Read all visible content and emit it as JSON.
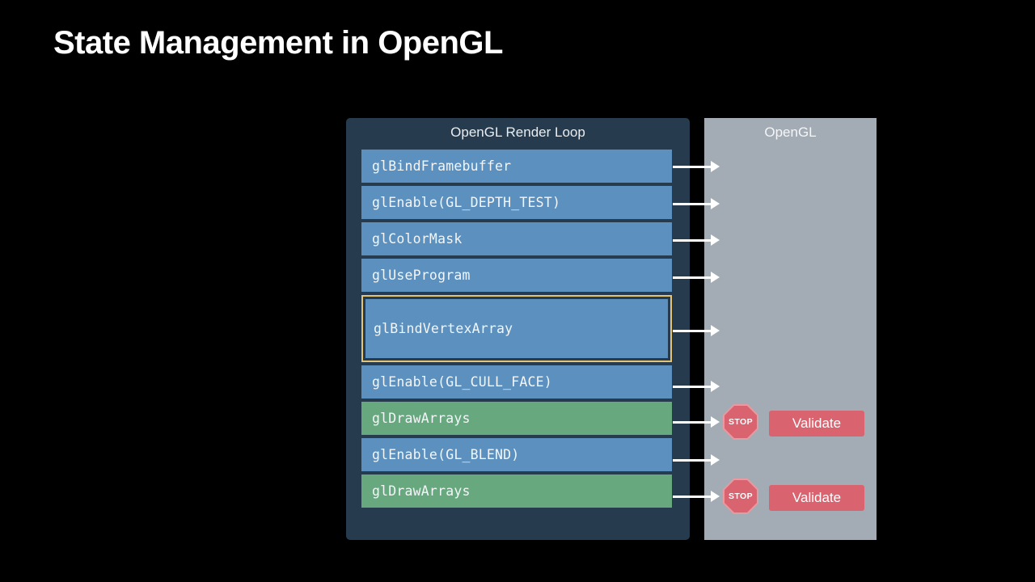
{
  "slide": {
    "title": "State Management in OpenGL",
    "background_color": "#000000"
  },
  "render_loop_panel": {
    "title": "OpenGL Render Loop",
    "background_color": "#263c4e",
    "calls": [
      {
        "label": "glBindFramebuffer",
        "kind": "state",
        "color": "#5b90bf",
        "highlighted": false
      },
      {
        "label": "glEnable(GL_DEPTH_TEST)",
        "kind": "state",
        "color": "#5b90bf",
        "highlighted": false
      },
      {
        "label": "glColorMask",
        "kind": "state",
        "color": "#5b90bf",
        "highlighted": false
      },
      {
        "label": "glUseProgram",
        "kind": "state",
        "color": "#5b90bf",
        "highlighted": false
      },
      {
        "label": "glBindVertexArray",
        "kind": "state",
        "color": "#5b90bf",
        "highlighted": true,
        "highlight_color": "#e3c478"
      },
      {
        "label": "glEnable(GL_CULL_FACE)",
        "kind": "state",
        "color": "#5b90bf",
        "highlighted": false
      },
      {
        "label": "glDrawArrays",
        "kind": "draw",
        "color": "#68a87e",
        "highlighted": false
      },
      {
        "label": "glEnable(GL_BLEND)",
        "kind": "state",
        "color": "#5b90bf",
        "highlighted": false
      },
      {
        "label": "glDrawArrays",
        "kind": "draw",
        "color": "#68a87e",
        "highlighted": false
      }
    ]
  },
  "opengl_panel": {
    "title": "OpenGL",
    "background_color": "#a3abb4",
    "validations": [
      {
        "stop_label": "STOP",
        "validate_label": "Validate",
        "color": "#d9636f"
      },
      {
        "stop_label": "STOP",
        "validate_label": "Validate",
        "color": "#d9636f"
      }
    ]
  }
}
